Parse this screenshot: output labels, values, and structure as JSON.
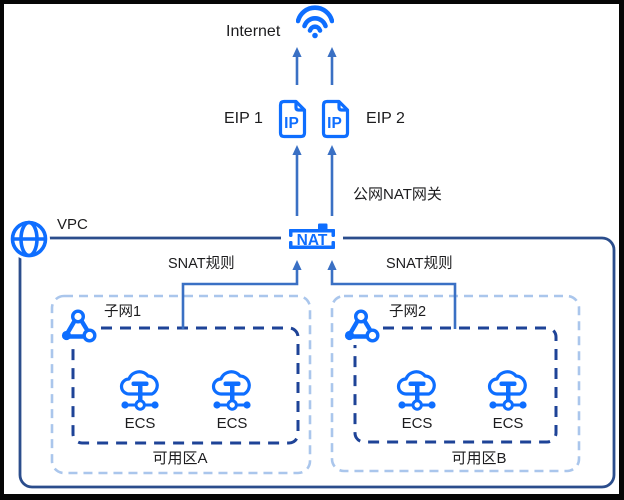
{
  "colors": {
    "icon_blue": "#0e6eff",
    "arrow_blue": "#3a70c4",
    "subnet_dash_navy": "#1e4397",
    "vpc_border_navy": "#2b4d8c",
    "zone_dash_light": "#aac6ec",
    "text": "#1c1c1e",
    "frame_black": "#060606"
  },
  "internet": {
    "label": "Internet"
  },
  "eips": [
    {
      "label": "EIP 1",
      "icon_text": "IP"
    },
    {
      "label": "EIP 2",
      "icon_text": "IP"
    }
  ],
  "nat_gateway": {
    "label": "公网NAT网关",
    "icon_text": "NAT"
  },
  "snat_rules": [
    {
      "label": "SNAT规则"
    },
    {
      "label": "SNAT规则"
    }
  ],
  "vpc": {
    "label": "VPC"
  },
  "zones": [
    {
      "label": "可用区A",
      "subnet_label": "子网1",
      "ecs": [
        {
          "label": "ECS"
        },
        {
          "label": "ECS"
        }
      ]
    },
    {
      "label": "可用区B",
      "subnet_label": "子网2",
      "ecs": [
        {
          "label": "ECS"
        },
        {
          "label": "ECS"
        }
      ]
    }
  ],
  "icons": {
    "internet": "wifi-icon",
    "eip": "ip-document-icon",
    "nat": "nat-bracket-icon",
    "vpc": "globe-icon",
    "subnet": "subnet-triangle-icon",
    "ecs": "cloud-server-icon"
  }
}
